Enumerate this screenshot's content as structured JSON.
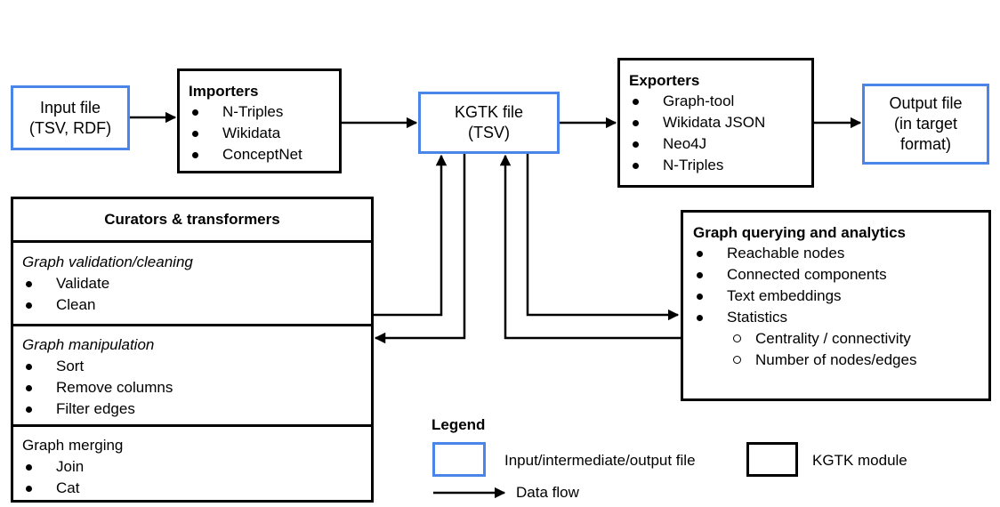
{
  "colors": {
    "file_border": "#4a86e8",
    "module_border": "#000000"
  },
  "input_file": {
    "line1": "Input file",
    "line2": "(TSV, RDF)"
  },
  "importers": {
    "title": "Importers",
    "items": [
      "N-Triples",
      "Wikidata",
      "ConceptNet"
    ]
  },
  "kgtk_file": {
    "line1": "KGTK file",
    "line2": "(TSV)"
  },
  "exporters": {
    "title": "Exporters",
    "items": [
      "Graph-tool",
      "Wikidata JSON",
      "Neo4J",
      "N-Triples"
    ]
  },
  "output_file": {
    "line1": "Output file",
    "line2": "(in target",
    "line3": "format)"
  },
  "curators": {
    "title": "Curators & transformers",
    "validation": {
      "title": "Graph validation/cleaning",
      "items": [
        "Validate",
        "Clean"
      ]
    },
    "manipulation": {
      "title": "Graph manipulation",
      "items": [
        "Sort",
        "Remove columns",
        "Filter edges"
      ]
    },
    "merging": {
      "title": "Graph merging",
      "items": [
        "Join",
        "Cat"
      ]
    }
  },
  "analytics": {
    "title": "Graph querying and analytics",
    "items": [
      "Reachable nodes",
      "Connected components",
      "Text embeddings",
      "Statistics"
    ],
    "sub_items": [
      "Centrality / connectivity",
      "Number of nodes/edges"
    ]
  },
  "legend": {
    "title": "Legend",
    "file_label": "Input/intermediate/output file",
    "module_label": "KGTK module",
    "flow_label": "Data flow"
  }
}
